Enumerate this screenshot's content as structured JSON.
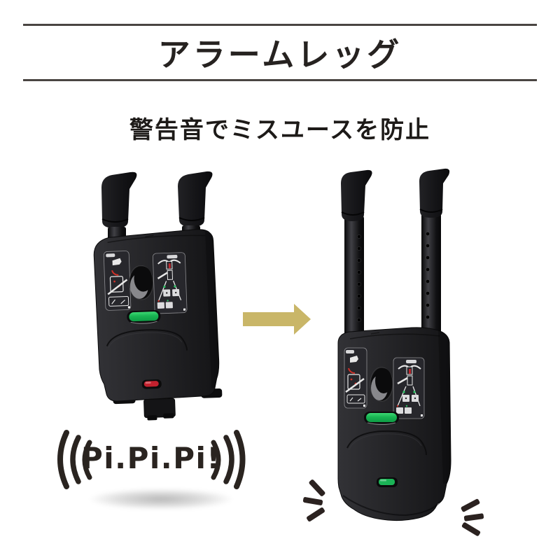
{
  "header": {
    "title": "アラームレッグ",
    "subtitle": "警告音でミスユースを防止"
  },
  "sound_effect": {
    "text": "Pi.Pi.Pi!"
  },
  "colors": {
    "arrow_gold": "#c9b668",
    "alarm_red": "#c4212e",
    "ok_green": "#1bb356",
    "device_black": "#1c1c1e",
    "text_dark": "#2a2420",
    "rule_gray": "#4a4542"
  },
  "icons": [
    {
      "name": "sound-waves-left"
    },
    {
      "name": "sound-waves-right"
    },
    {
      "name": "arrow-right-icon"
    },
    {
      "name": "emphasis-lines-left"
    },
    {
      "name": "emphasis-lines-right"
    }
  ]
}
